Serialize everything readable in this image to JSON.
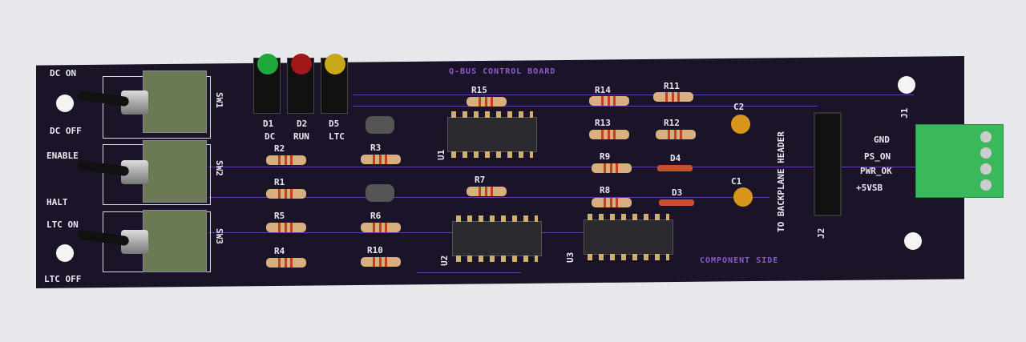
{
  "board": {
    "title": "Q-BUS CONTROL BOARD",
    "side_label": "COMPONENT SIDE",
    "header_label": "TO BACKPLANE HEADER"
  },
  "switches": [
    {
      "ref": "SW1",
      "on": "DC ON",
      "off": "DC OFF"
    },
    {
      "ref": "SW2",
      "on": "ENABLE",
      "off": "HALT"
    },
    {
      "ref": "SW3",
      "on": "LTC ON",
      "off": "LTC OFF"
    }
  ],
  "leds": [
    {
      "ref": "D1",
      "label": "DC",
      "color": "#1fa83a"
    },
    {
      "ref": "D2",
      "label": "RUN",
      "color": "#a01818"
    },
    {
      "ref": "D5",
      "label": "LTC",
      "color": "#c8a818"
    }
  ],
  "resistors": [
    "R15",
    "R14",
    "R11",
    "R13",
    "R12",
    "R9",
    "R8",
    "R2",
    "R3",
    "R1",
    "R7",
    "R5",
    "R6",
    "R4",
    "R10"
  ],
  "diodes": [
    "D4",
    "D3"
  ],
  "capacitors": [
    "C2",
    "C1"
  ],
  "ics": [
    "U1",
    "U2",
    "U3"
  ],
  "connectors": {
    "j1": "J1",
    "j2": "J2",
    "pins": [
      "GND",
      "PS_ON",
      "PWR_OK",
      "+5VSB"
    ]
  },
  "colors": {
    "board": "#1b1328",
    "silk": "#e8e8f0",
    "trace": "#6a3aa8",
    "terminal": "#3cb85c"
  }
}
